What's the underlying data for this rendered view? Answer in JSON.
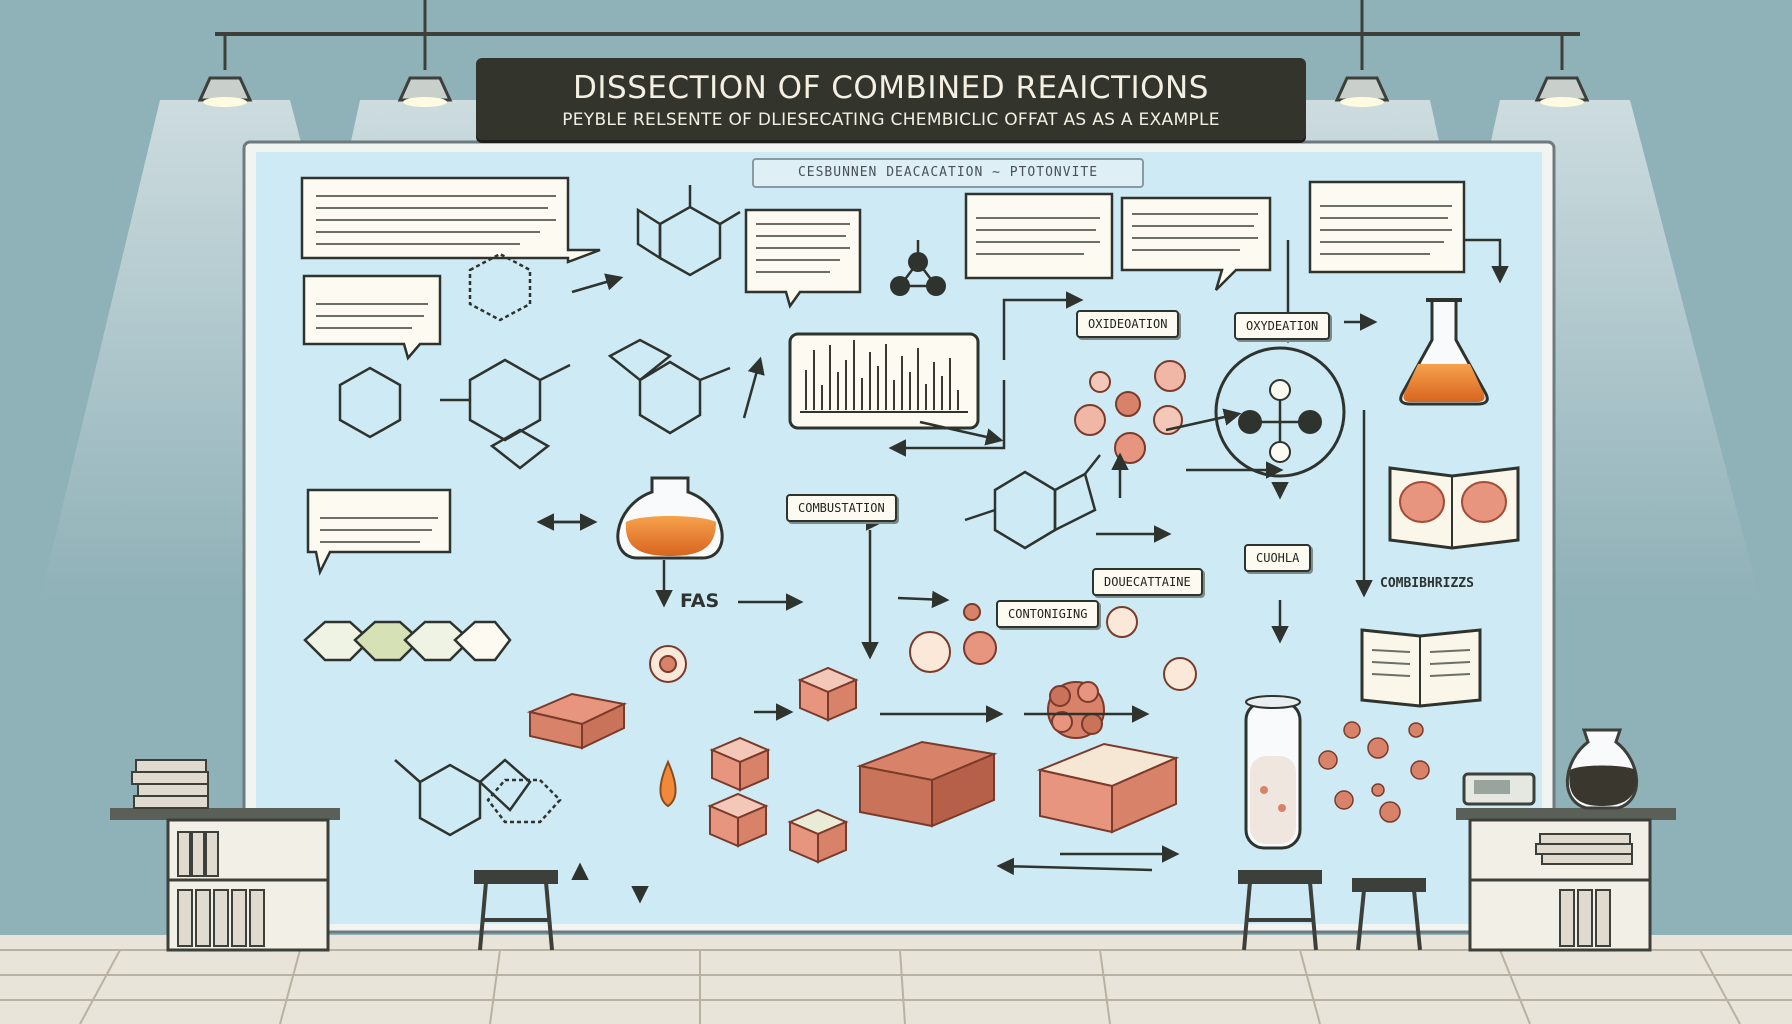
{
  "title": {
    "main": "DISSECTION OF COMBINED REAICTIONS",
    "subtitle": "PEYBLE RELSENTE OF DLIESECATING CHEMBICLIC OFFAT AS AS A EXAMPLE"
  },
  "board": {
    "header": "CESBUNNEN DEACACATION ~ PTOTONVITE"
  },
  "labels": {
    "oxidation_left": "OXIDEOATION",
    "oxidation_right": "OXYDEATION",
    "combustion": "COMBUSTATION",
    "decatting": "DOUECATTAINE",
    "conbustive": "CONTONIGING",
    "cuohla": "CUOHLA",
    "combinations": "COMBIBHRIZZS",
    "fas": "FAS"
  },
  "colors": {
    "wall": "#8fb1b8",
    "board": "#cdeaf5",
    "banner": "#33352c",
    "fat": "#f08a3a",
    "tissue": "#d9826a",
    "ink": "#2f332d"
  }
}
